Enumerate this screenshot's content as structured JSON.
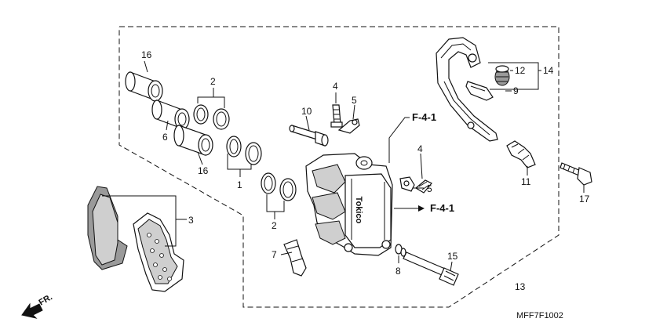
{
  "labels": {
    "p1": "1",
    "p2a": "2",
    "p2b": "2",
    "p3": "3",
    "p4a": "4",
    "p4b": "4",
    "p5a": "5",
    "p5b": "5",
    "p6": "6",
    "p7": "7",
    "p8": "8",
    "p9": "9",
    "p10": "10",
    "p11": "11",
    "p12": "12",
    "p13": "13",
    "p14": "14",
    "p15": "15",
    "p16a": "16",
    "p16b": "16",
    "p17": "17"
  },
  "refs": {
    "top": "F-4-1",
    "mid": "F-4-1"
  },
  "front_label": "FR.",
  "caliper_mark": "Tokico",
  "diagram_code": "MFF7F1002"
}
